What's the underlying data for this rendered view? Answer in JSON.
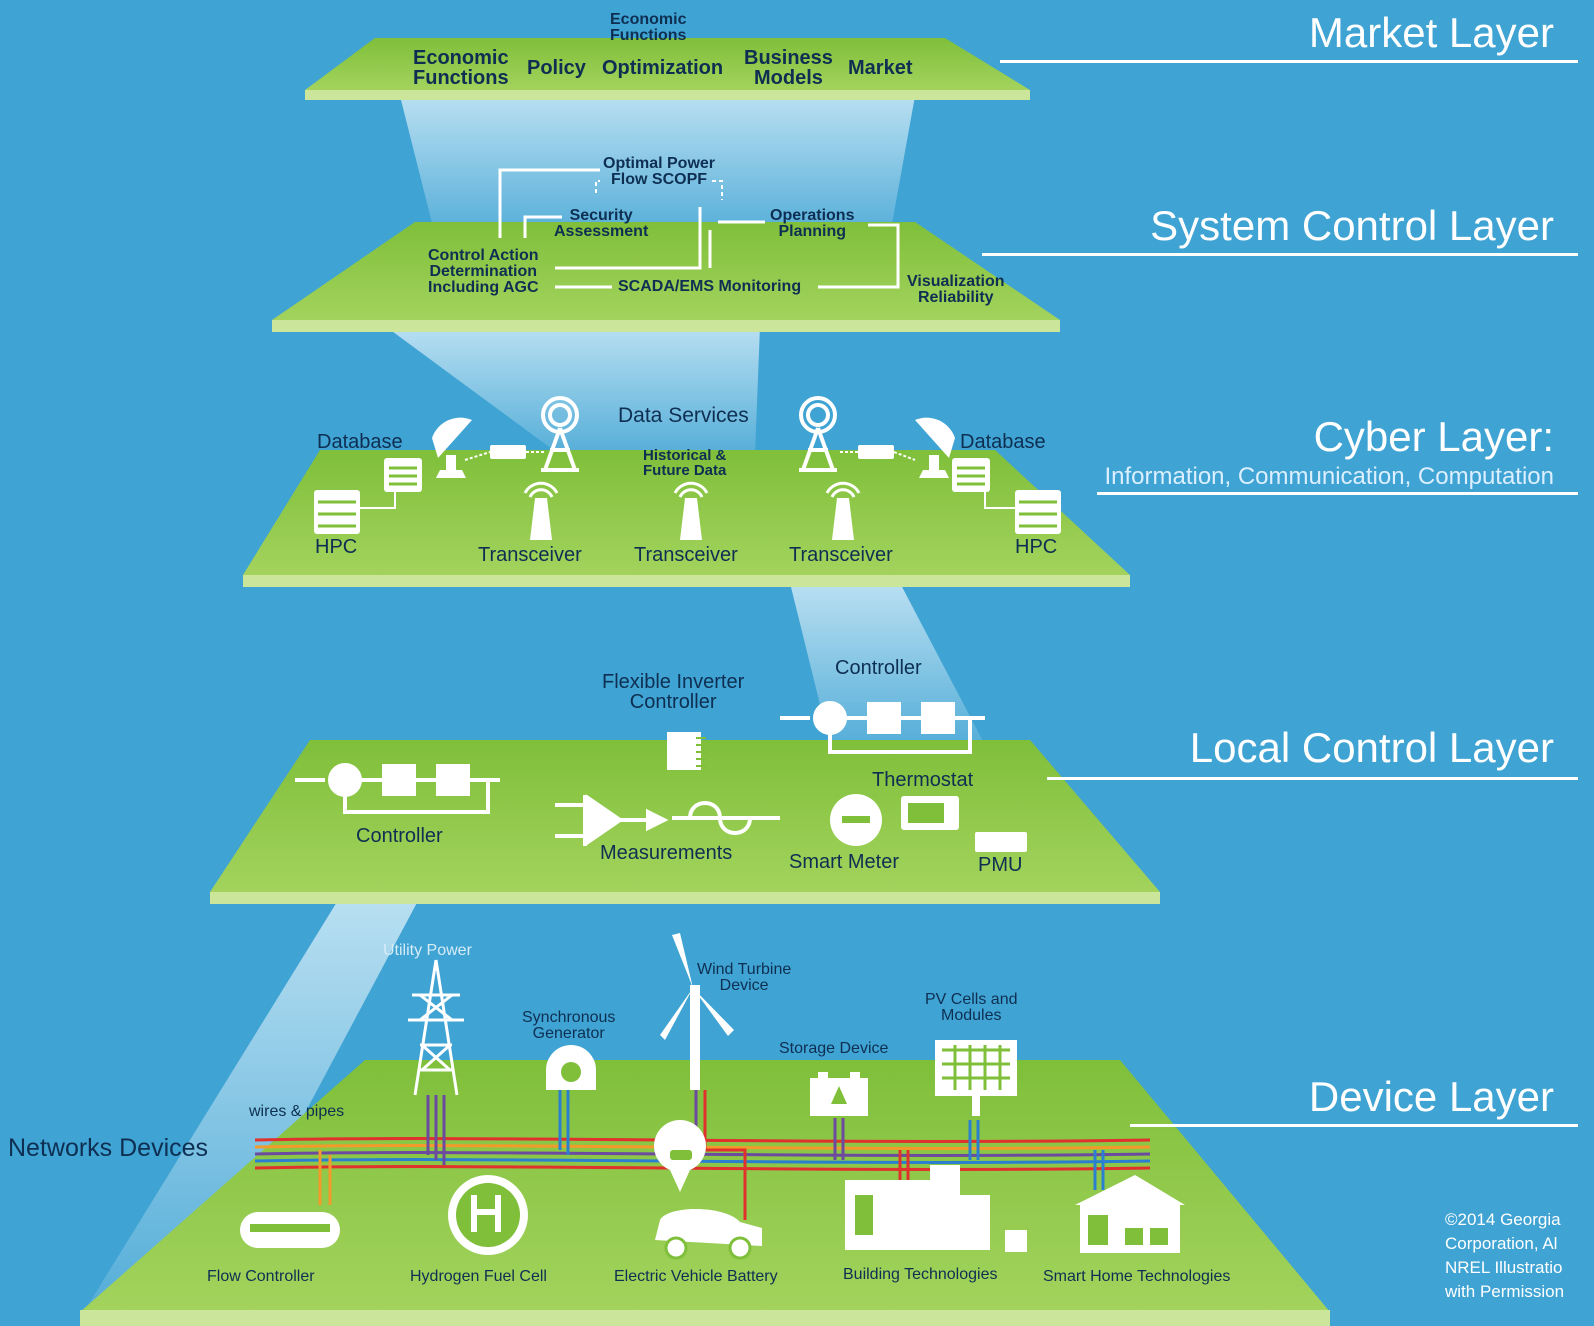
{
  "layers": {
    "market": "Market Layer",
    "system_control": "System Control Layer",
    "cyber": "Cyber Layer:",
    "cyber_subtitle": "Information, Communication, Computation",
    "local_control": "Local Control Layer",
    "device": "Device Layer"
  },
  "market": {
    "economic_functions_top": [
      "Economic",
      "Functions"
    ],
    "economic_functions": [
      "Economic",
      "Functions"
    ],
    "policy": "Policy",
    "optimization": "Optimization",
    "business_models": [
      "Business",
      "Models"
    ],
    "market": "Market"
  },
  "system_control": {
    "optimal_power_flow": [
      "Optimal Power",
      "Flow SCOPF"
    ],
    "security_assessment": [
      "Security",
      "Assessment"
    ],
    "operations_planning": [
      "Operations",
      "Planning"
    ],
    "control_action": [
      "Control Action",
      "Determination",
      "Including AGC"
    ],
    "scada": "SCADA/EMS Monitoring",
    "visualization": [
      "Visualization",
      "Reliability"
    ]
  },
  "cyber": {
    "data_services": "Data Services",
    "historical": [
      "Historical &",
      "Future Data"
    ],
    "database_left": "Database",
    "database_right": "Database",
    "hpc_left": "HPC",
    "hpc_right": "HPC",
    "transceiver_1": "Transceiver",
    "transceiver_2": "Transceiver",
    "transceiver_3": "Transceiver"
  },
  "local_control": {
    "flexible_inverter": [
      "Flexible Inverter",
      "Controller"
    ],
    "controller_top": "Controller",
    "controller_left": "Controller",
    "thermostat": "Thermostat",
    "measurements": "Measurements",
    "smart_meter": "Smart Meter",
    "pmu": "PMU"
  },
  "device": {
    "utility_power": "Utility Power",
    "wind_turbine": [
      "Wind Turbine",
      "Device"
    ],
    "synchronous_generator": [
      "Synchronous",
      "Generator"
    ],
    "pv_cells": [
      "PV Cells and",
      "Modules"
    ],
    "storage_device": "Storage Device",
    "wires_pipes": "wires & pipes",
    "networks_devices": "Networks Devices",
    "flow_controller": "Flow Controller",
    "hydrogen_fuel_cell": "Hydrogen Fuel Cell",
    "ev_battery": "Electric Vehicle Battery",
    "building_technologies": "Building Technologies",
    "smart_home": "Smart Home Technologies"
  },
  "copyright": [
    "©2014 Georgia",
    "Corporation, Al",
    "NREL Illustratio",
    "with Permission"
  ],
  "colors": {
    "background": "#3fa3d3",
    "plane": "#8dc73f",
    "plane_edge": "#cbe59a",
    "text_dark": "#0e2f52",
    "wire_red": "#e0312d",
    "wire_purple": "#6b4aa0",
    "wire_blue": "#2b7fd0",
    "wire_orange": "#f39a2a"
  }
}
